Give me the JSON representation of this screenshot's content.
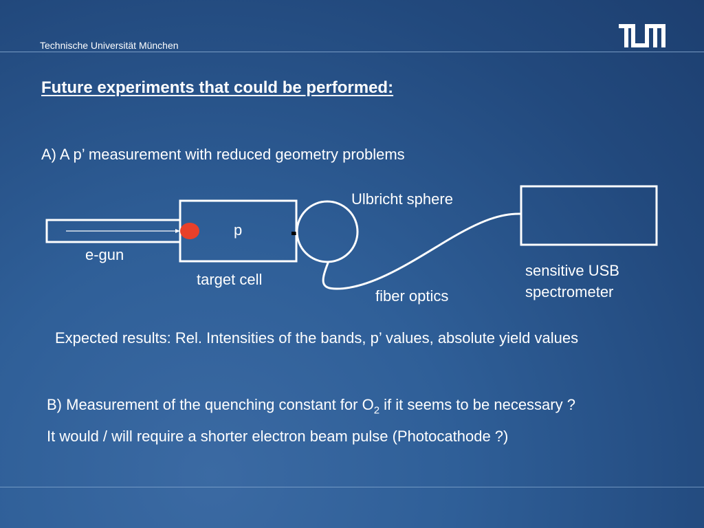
{
  "header": {
    "institution": "Technische Universität München",
    "logo_text": "TUM"
  },
  "title": "Future experiments that could be performed:",
  "section_a": "A) A p’ measurement with reduced geometry problems",
  "diagram": {
    "ulbricht_label": "Ulbricht sphere",
    "p_label": "p",
    "egun_label": "e-gun",
    "target_label": "target cell",
    "fiber_label": "fiber optics",
    "spectrometer_line1": "sensitive USB",
    "spectrometer_line2": "spectrometer"
  },
  "expected": "Expected results: Rel. Intensities of the bands, p’ values, absolute yield values",
  "section_b": {
    "prefix": "B) Measurement of the quenching constant for O",
    "subscript": "2",
    "suffix": " if it seems to be necessary ?"
  },
  "note": "It would / will require a shorter electron beam pulse (Photocathode ?)",
  "colors": {
    "background": "#2a5289",
    "text": "#ffffff",
    "beam_spot": "#e8402a"
  }
}
